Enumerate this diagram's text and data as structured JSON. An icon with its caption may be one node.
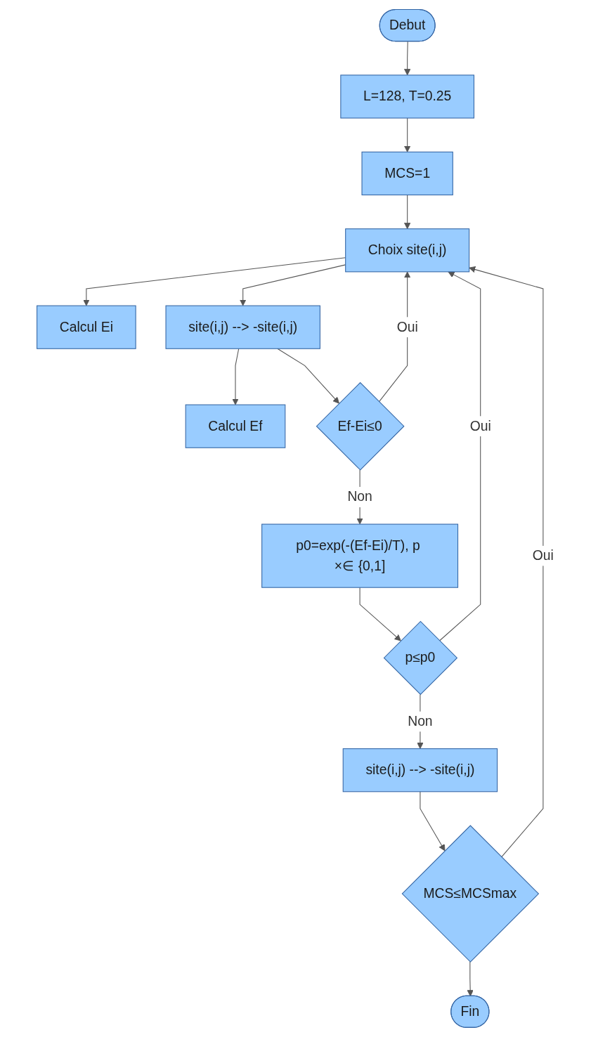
{
  "diagram": {
    "nodes": [
      {
        "text": [
          "Debut"
        ]
      },
      {
        "text": [
          "L=128, T=0.25"
        ]
      },
      {
        "text": [
          "MCS=1"
        ]
      },
      {
        "text": [
          "Choix site(i,j)"
        ]
      },
      {
        "text": [
          "Calcul Ei"
        ]
      },
      {
        "text": [
          "site(i,j) --> -site(i,j)"
        ]
      },
      {
        "text": [
          "Calcul Ef"
        ]
      },
      {
        "text": [
          "Ef-Ei≤0"
        ]
      },
      {
        "text": [
          "p0=exp(-(Ef-Ei)/T), p ×∈ {0,1]"
        ]
      },
      {
        "text": [
          "p≤p0"
        ]
      },
      {
        "text": [
          "site(i,j) --> -site(i,j)"
        ]
      },
      {
        "text": [
          "MCS≤MCSmax"
        ]
      },
      {
        "text": [
          "Fin"
        ]
      }
    ],
    "edges": [
      {
        "from": 0,
        "to": 1,
        "arrow": "to"
      },
      {
        "from": 1,
        "to": 2,
        "arrow": "to"
      },
      {
        "from": 2,
        "to": 3,
        "arrow": "to"
      },
      {
        "from": 3,
        "to": 5,
        "arrow": "to"
      },
      {
        "from": 3,
        "to": 4,
        "arrow": "to"
      },
      {
        "from": 5,
        "to": 7,
        "arrow": "to"
      },
      {
        "from": 5,
        "to": 6,
        "arrow": "to"
      },
      {
        "from": 7,
        "to": 3,
        "arrow": "to",
        "label": "Oui"
      },
      {
        "from": 7,
        "to": 8,
        "arrow": "to",
        "label": "Non"
      },
      {
        "from": 8,
        "to": 9,
        "arrow": "to"
      },
      {
        "from": 9,
        "to": 3,
        "arrow": "to",
        "label": "Oui"
      },
      {
        "from": 9,
        "to": 10,
        "arrow": "to",
        "label": "Non"
      },
      {
        "from": 10,
        "to": 11,
        "arrow": "to"
      },
      {
        "from": 11,
        "to": 3,
        "arrow": "to",
        "label": "Oui"
      },
      {
        "from": 11,
        "to": 12,
        "arrow": "to"
      }
    ]
  }
}
